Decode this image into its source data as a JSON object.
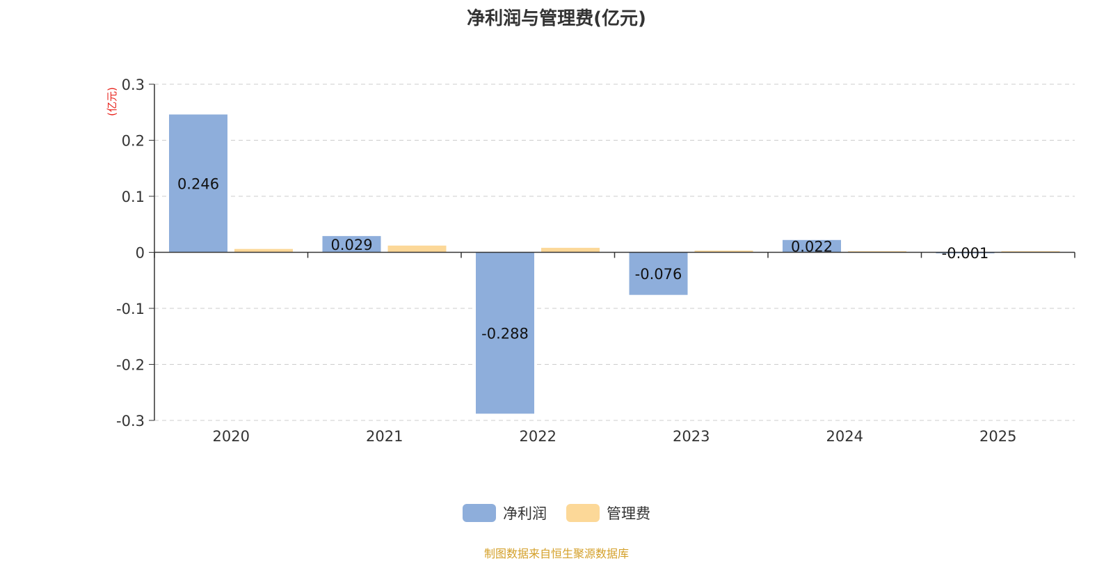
{
  "colors": {
    "net_profit": "#8eaedb",
    "mgmt_fee": "#fcd898"
  },
  "chart_data": {
    "type": "bar",
    "title": "净利润与管理费(亿元)",
    "ylabel": "(亿元)",
    "xlabel": "",
    "ylim": [
      -0.3,
      0.3
    ],
    "yticks": [
      0.3,
      0.2,
      0.1,
      0,
      -0.1,
      -0.2,
      -0.3
    ],
    "ytick_labels": [
      "0.3",
      "0.2",
      "0.1",
      "0",
      "-0.1",
      "-0.2",
      "-0.3"
    ],
    "categories": [
      "2020",
      "2021",
      "2022",
      "2023",
      "2024",
      "2025"
    ],
    "grid": true,
    "legend_position": "bottom",
    "series": [
      {
        "name": "净利润",
        "values": [
          0.246,
          0.029,
          -0.288,
          -0.076,
          0.022,
          -0.001
        ],
        "labels": [
          "0.246",
          "0.029",
          "-0.288",
          "-0.076",
          "0.022",
          "-0.001"
        ]
      },
      {
        "name": "管理费",
        "values": [
          0.006,
          0.012,
          0.008,
          0.003,
          0.002,
          0.002
        ]
      }
    ]
  },
  "footer": {
    "source": "制图数据来自恒生聚源数据库"
  }
}
